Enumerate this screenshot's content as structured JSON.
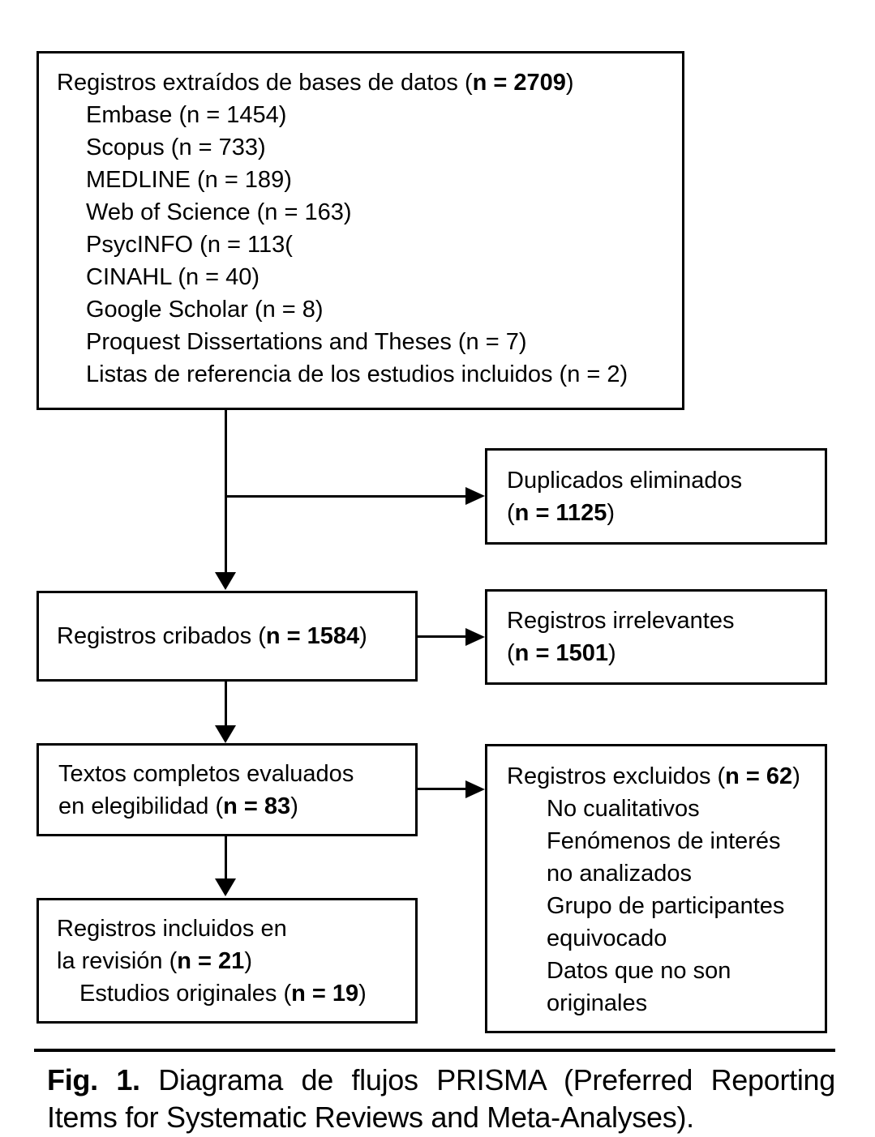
{
  "boxes": {
    "sources": {
      "title": {
        "pre": "Registros extraídos de bases de datos (",
        "bold": "n = 2709",
        "post": ")"
      },
      "items": [
        "Embase (n = 1454)",
        "Scopus (n = 733)",
        "MEDLINE (n = 189)",
        "Web of Science (n = 163)",
        "PsycINFO (n = 113(",
        "CINAHL (n = 40)",
        "Google Scholar (n = 8)",
        "Proquest Dissertations and Theses (n = 7)",
        "Listas de referencia de los estudios incluidos (n = 2)"
      ]
    },
    "duplicates": {
      "line1": "Duplicados eliminados",
      "line2": {
        "pre": "(",
        "bold": "n = 1125",
        "post": ")"
      }
    },
    "screened": {
      "line1": {
        "pre": "Registros cribados (",
        "bold": "n = 1584",
        "post": ")"
      }
    },
    "irrelevant": {
      "line1": "Registros irrelevantes",
      "line2": {
        "pre": "(",
        "bold": "n = 1501",
        "post": ")"
      }
    },
    "fulltext": {
      "line1": "Textos completos evaluados",
      "line2": {
        "pre": "en elegibilidad (",
        "bold": "n = 83",
        "post": ")"
      }
    },
    "excluded": {
      "title": {
        "pre": "Registros excluidos (",
        "bold": "n = 62",
        "post": ")"
      },
      "reasons": [
        "No cualitativos",
        "Fenómenos de interés",
        "no analizados",
        "Grupo de participantes",
        "equivocado",
        "Datos que no son",
        "originales"
      ]
    },
    "included": {
      "line1": "Registros incluidos en",
      "line2": {
        "pre": "la revisión (",
        "bold": "n = 21",
        "post": ")"
      },
      "line3": {
        "pre": "Estudios originales (",
        "bold": "n = 19",
        "post": ")"
      }
    }
  },
  "caption": {
    "label": "Fig. 1.",
    "line1_rest": "Diagrama de flujos PRISMA (Preferred Reporting",
    "line2": "Items for Systematic Reviews and Meta-Analyses)."
  },
  "colors": {
    "ink": "#000000",
    "background": "#ffffff"
  }
}
